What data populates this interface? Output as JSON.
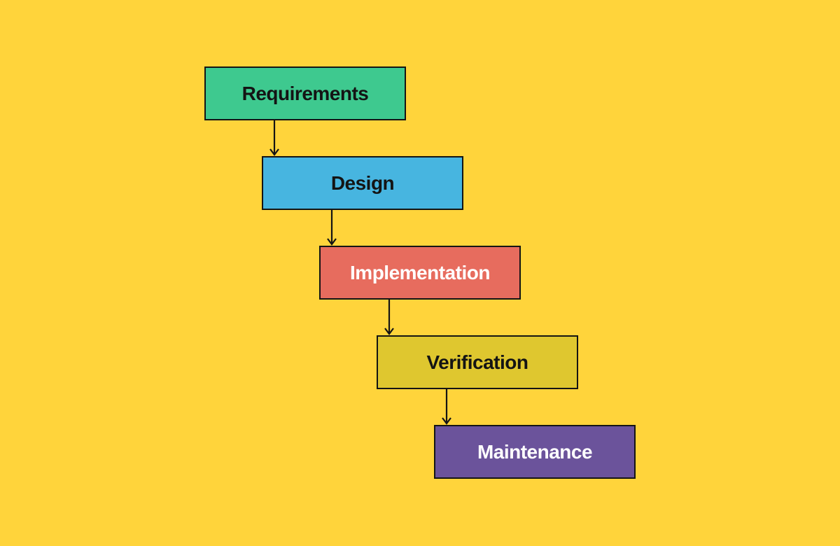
{
  "diagram": {
    "background_color": "#FFD43B",
    "connector_color": "#141414",
    "stages": [
      {
        "label": "Requirements",
        "fill": "#3EC98F",
        "text_color": "#141414"
      },
      {
        "label": "Design",
        "fill": "#47B5E0",
        "text_color": "#141414"
      },
      {
        "label": "Implementation",
        "fill": "#E76C5E",
        "text_color": "#FFFFFF"
      },
      {
        "label": "Verification",
        "fill": "#DFC72F",
        "text_color": "#141414"
      },
      {
        "label": "Maintenance",
        "fill": "#6B539B",
        "text_color": "#FFFFFF"
      }
    ]
  }
}
